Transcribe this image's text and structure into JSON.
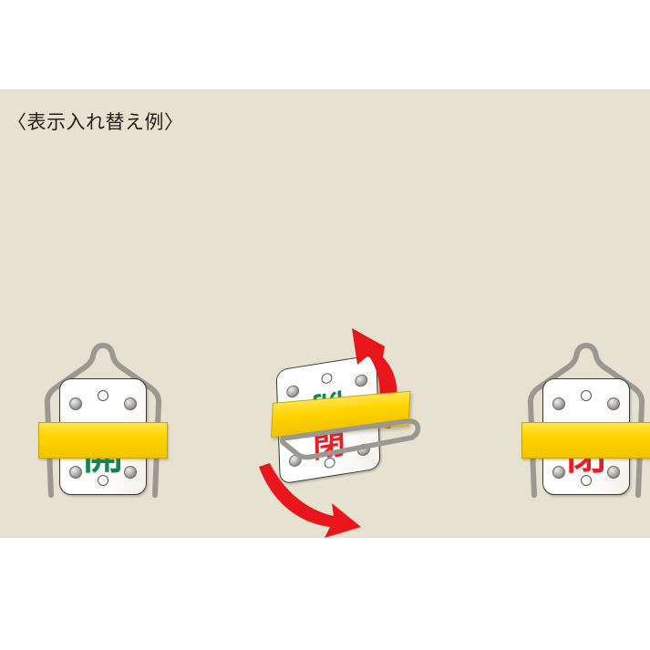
{
  "page": {
    "caption": "〈表示入れ替え例〉",
    "background_color": "#ffffff",
    "panel_color": "#e7e1d1"
  },
  "colors": {
    "panel": "#e7e1d1",
    "plate_white": "#ffffff",
    "plate_outline": "#3a3733",
    "band_yellow": "#ffd400",
    "band_outline": "#c9a400",
    "wire_gray": "#9a9890",
    "rivet_gray": "#8e8d89",
    "open_green": "#0f8a4a",
    "close_red": "#ec1c24",
    "arrow_red": "#e8161a",
    "text_dark": "#231f1c"
  },
  "tags": [
    {
      "id": "left",
      "state_label": "開",
      "state_name": "open",
      "state_color": "#0f8a4a",
      "band_label": "",
      "orientation": "upright"
    },
    {
      "id": "middle",
      "state_label_top": "開",
      "state_label_bottom": "閉",
      "state_name": "flipping",
      "top_color": "#0f8a4a",
      "bottom_color": "#ec1c24",
      "orientation": "rotating"
    },
    {
      "id": "right",
      "state_label": "閉",
      "state_name": "closed",
      "state_color": "#ec1c24",
      "band_label": "",
      "orientation": "upright"
    }
  ],
  "arrows": [
    {
      "id": "up",
      "direction": "up-left",
      "color": "#e8161a"
    },
    {
      "id": "down",
      "direction": "down-right",
      "color": "#e8161a"
    }
  ],
  "plate_parts": {
    "rivet_count": 4,
    "hole_count": 2
  }
}
